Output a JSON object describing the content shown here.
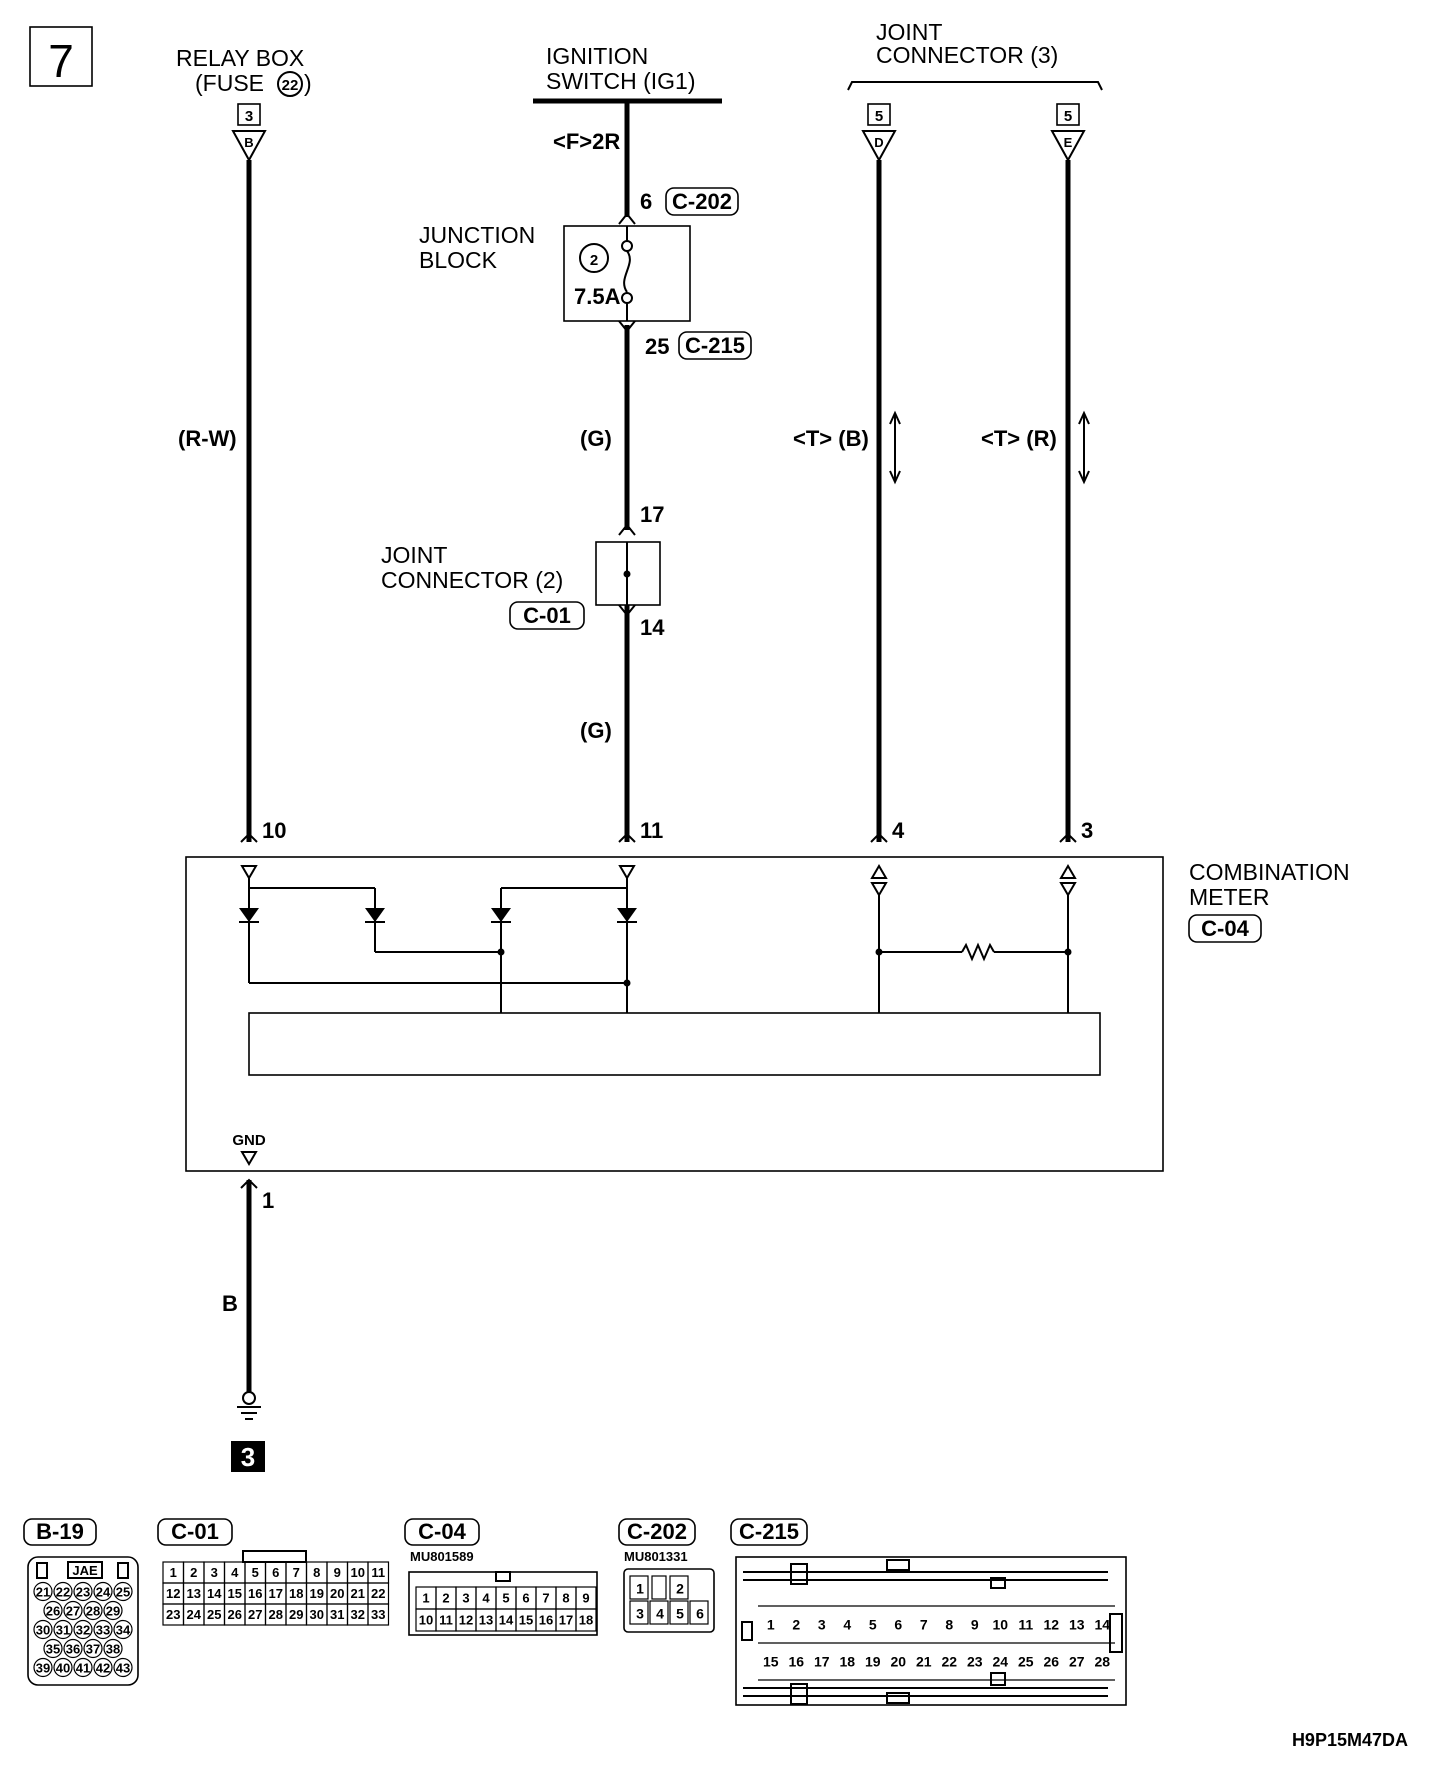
{
  "page_number": "7",
  "drawing_code": "H9P15M47DA",
  "relay_box": {
    "line1": "RELAY BOX",
    "line2": "(FUSE",
    "fuse": "22",
    "line2_end": ")",
    "ref": "3",
    "conn": "B"
  },
  "ignition_switch": {
    "line1": "IGNITION",
    "line2": "SWITCH (IG1)",
    "note": "<F>2R"
  },
  "joint_connector_3": {
    "line1": "JOINT",
    "line2": "CONNECTOR (3)",
    "ref_d": "5",
    "conn_d": "D",
    "ref_e": "5",
    "conn_e": "E"
  },
  "junction_block": {
    "line1": "JUNCTION",
    "line2": "BLOCK",
    "fuse_no": "2",
    "fuse_rating": "7.5A",
    "pin_in": "6",
    "conn_in": "C-202",
    "pin_out": "25",
    "conn_out": "C-215"
  },
  "wire_colors": {
    "relay": "(R-W)",
    "ig_upper": "(G)",
    "ig_lower": "(G)",
    "t_b": "<T> (B)",
    "t_r": "<T> (R)",
    "ground": "B"
  },
  "joint_connector_2": {
    "line1": "JOINT",
    "line2": "CONNECTOR (2)",
    "conn": "C-01",
    "pin_in": "17",
    "pin_out": "14"
  },
  "meter_pins": {
    "p10": "10",
    "p11": "11",
    "p4": "4",
    "p3": "3",
    "gnd_label": "GND",
    "gnd_pin": "1"
  },
  "combination_meter": {
    "line1": "COMBINATION",
    "line2": "METER",
    "conn": "C-04"
  },
  "ground_ref": "3",
  "connectors": {
    "b19": {
      "name": "B-19",
      "maker": "JAE",
      "rows": [
        [
          "21",
          "22",
          "23",
          "24",
          "25"
        ],
        [
          "26",
          "27",
          "28",
          "29"
        ],
        [
          "30",
          "31",
          "32",
          "33",
          "34"
        ],
        [
          "35",
          "36",
          "37",
          "38"
        ],
        [
          "39",
          "40",
          "41",
          "42",
          "43"
        ]
      ]
    },
    "c01": {
      "name": "C-01",
      "rows": [
        [
          "1",
          "2",
          "3",
          "4",
          "5",
          "6",
          "7",
          "8",
          "9",
          "10",
          "11"
        ],
        [
          "12",
          "13",
          "14",
          "15",
          "16",
          "17",
          "18",
          "19",
          "20",
          "21",
          "22"
        ],
        [
          "23",
          "24",
          "25",
          "26",
          "27",
          "28",
          "29",
          "30",
          "31",
          "32",
          "33"
        ]
      ]
    },
    "c04": {
      "name": "C-04",
      "part": "MU801589",
      "rows": [
        [
          "1",
          "2",
          "3",
          "4",
          "5",
          "6",
          "7",
          "8",
          "9"
        ],
        [
          "10",
          "11",
          "12",
          "13",
          "14",
          "15",
          "16",
          "17",
          "18"
        ]
      ]
    },
    "c202": {
      "name": "C-202",
      "part": "MU801331",
      "rows": [
        [
          "1",
          "",
          "2"
        ],
        [
          "3",
          "4",
          "5",
          "6"
        ]
      ]
    },
    "c215": {
      "name": "C-215",
      "rows": [
        [
          "1",
          "2",
          "3",
          "4",
          "5",
          "6",
          "7",
          "8",
          "9",
          "10",
          "11",
          "12",
          "13",
          "14"
        ],
        [
          "15",
          "16",
          "17",
          "18",
          "19",
          "20",
          "21",
          "22",
          "23",
          "24",
          "25",
          "26",
          "27",
          "28"
        ]
      ]
    }
  }
}
